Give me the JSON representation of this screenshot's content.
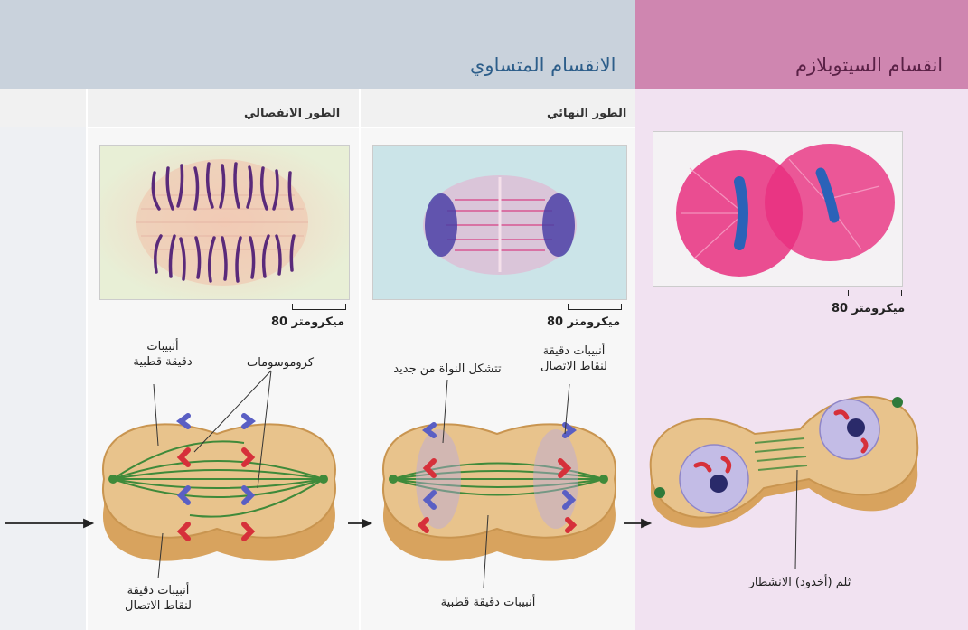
{
  "headers": {
    "mitosis": "الانقسام المتساوي",
    "cytokinesis": "انقسام السيتوبلازم"
  },
  "phases": {
    "anaphase": "الطور الانفصالي",
    "telophase": "الطور النهائي"
  },
  "scale": {
    "value": "80",
    "unit": "ميكرومتر"
  },
  "labels": {
    "polar_microtubules": "أنبيبات\nدقيقة قطبية",
    "chromosomes": "كروموسومات",
    "kinetochore_microtubules_anaphase": "أنبيبات دقيقة\nلنقاط الاتصال",
    "nucleus_reforming": "تتشكل النواة من جديد",
    "kinetochore_microtubules_telophase": "أنبيبات دقيقة\nلنقاط الاتصال",
    "polar_microtubules_telophase": "أنبيبات دقيقة قطبية",
    "cleavage_furrow": "ثلم (أخدود) الانشطار"
  },
  "colors": {
    "mitosis_band": "#c9d2dc",
    "cyto_band": "#cf86b0",
    "cyto_panel": "#f1e2f1",
    "cell_fill": "#e8c38c",
    "cell_rim": "#d8a35e",
    "spindle": "#3f8a3a",
    "chrom_red": "#d6303a",
    "chrom_blue": "#5a5fc4"
  }
}
